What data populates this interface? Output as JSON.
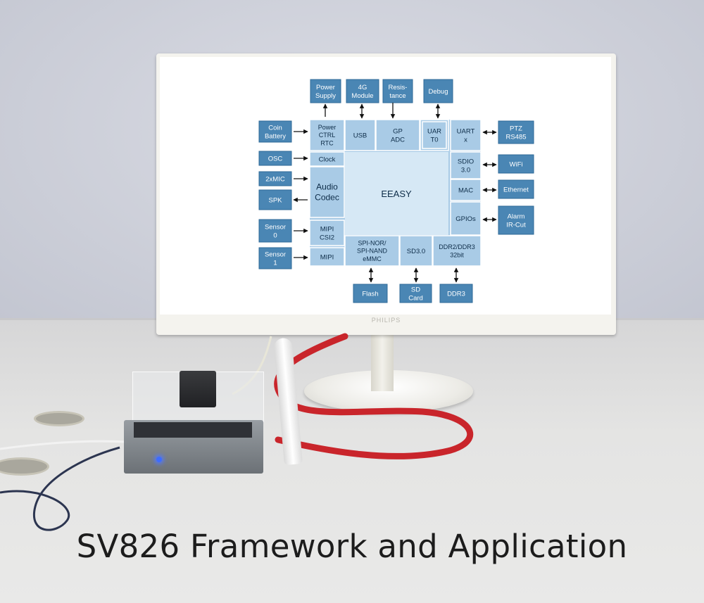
{
  "colors": {
    "dark_block": "#4a86b4",
    "dark_border": "#2f6a97",
    "light_block": "#a9cbe6",
    "soc_core": "#d6e8f5",
    "text_dark": "#0d2c48",
    "text_light": "#ffffff",
    "arrow": "#111111"
  },
  "caption": "SV826 Framework and Application",
  "brand": "PHILIPS",
  "diagram": {
    "core_label": "EEASY",
    "inner_blocks": [
      {
        "lines": [
          "Power",
          "CTRL",
          "RTC"
        ]
      },
      {
        "lines": [
          "USB"
        ]
      },
      {
        "lines": [
          "GP",
          "ADC"
        ]
      },
      {
        "lines": [
          "UAR",
          "T0"
        ]
      },
      {
        "lines": [
          "UART",
          "x"
        ]
      },
      {
        "lines": [
          "Clock"
        ]
      },
      {
        "lines": [
          "Audio",
          "Codec"
        ]
      },
      {
        "lines": [
          "MIPI",
          "CSI2"
        ]
      },
      {
        "lines": [
          "MIPI"
        ]
      },
      {
        "lines": [
          "SDIO",
          "3.0"
        ]
      },
      {
        "lines": [
          "MAC"
        ]
      },
      {
        "lines": [
          "GPIOs"
        ]
      },
      {
        "lines": [
          "SPI-NOR/",
          "SPI-NAND",
          "eMMC"
        ]
      },
      {
        "lines": [
          "SD3.0"
        ]
      },
      {
        "lines": [
          "DDR2/DDR3",
          "32bit"
        ]
      }
    ],
    "outer_blocks": [
      {
        "lines": [
          "Power",
          "Supply"
        ]
      },
      {
        "lines": [
          "4G",
          "Module"
        ]
      },
      {
        "lines": [
          "Resis-",
          "tance"
        ]
      },
      {
        "lines": [
          "Debug"
        ]
      },
      {
        "lines": [
          "Coin",
          "Battery"
        ]
      },
      {
        "lines": [
          "OSC"
        ]
      },
      {
        "lines": [
          "2xMIC"
        ]
      },
      {
        "lines": [
          "SPK"
        ]
      },
      {
        "lines": [
          "Sensor",
          "0"
        ]
      },
      {
        "lines": [
          "Sensor",
          "1"
        ]
      },
      {
        "lines": [
          "PTZ",
          "RS485"
        ]
      },
      {
        "lines": [
          "WiFi"
        ]
      },
      {
        "lines": [
          "Ethernet"
        ]
      },
      {
        "lines": [
          "Alarm",
          "IR-Cut"
        ]
      },
      {
        "lines": [
          "Flash"
        ]
      },
      {
        "lines": [
          "SD",
          "Card"
        ]
      },
      {
        "lines": [
          "DDR3"
        ]
      }
    ]
  }
}
